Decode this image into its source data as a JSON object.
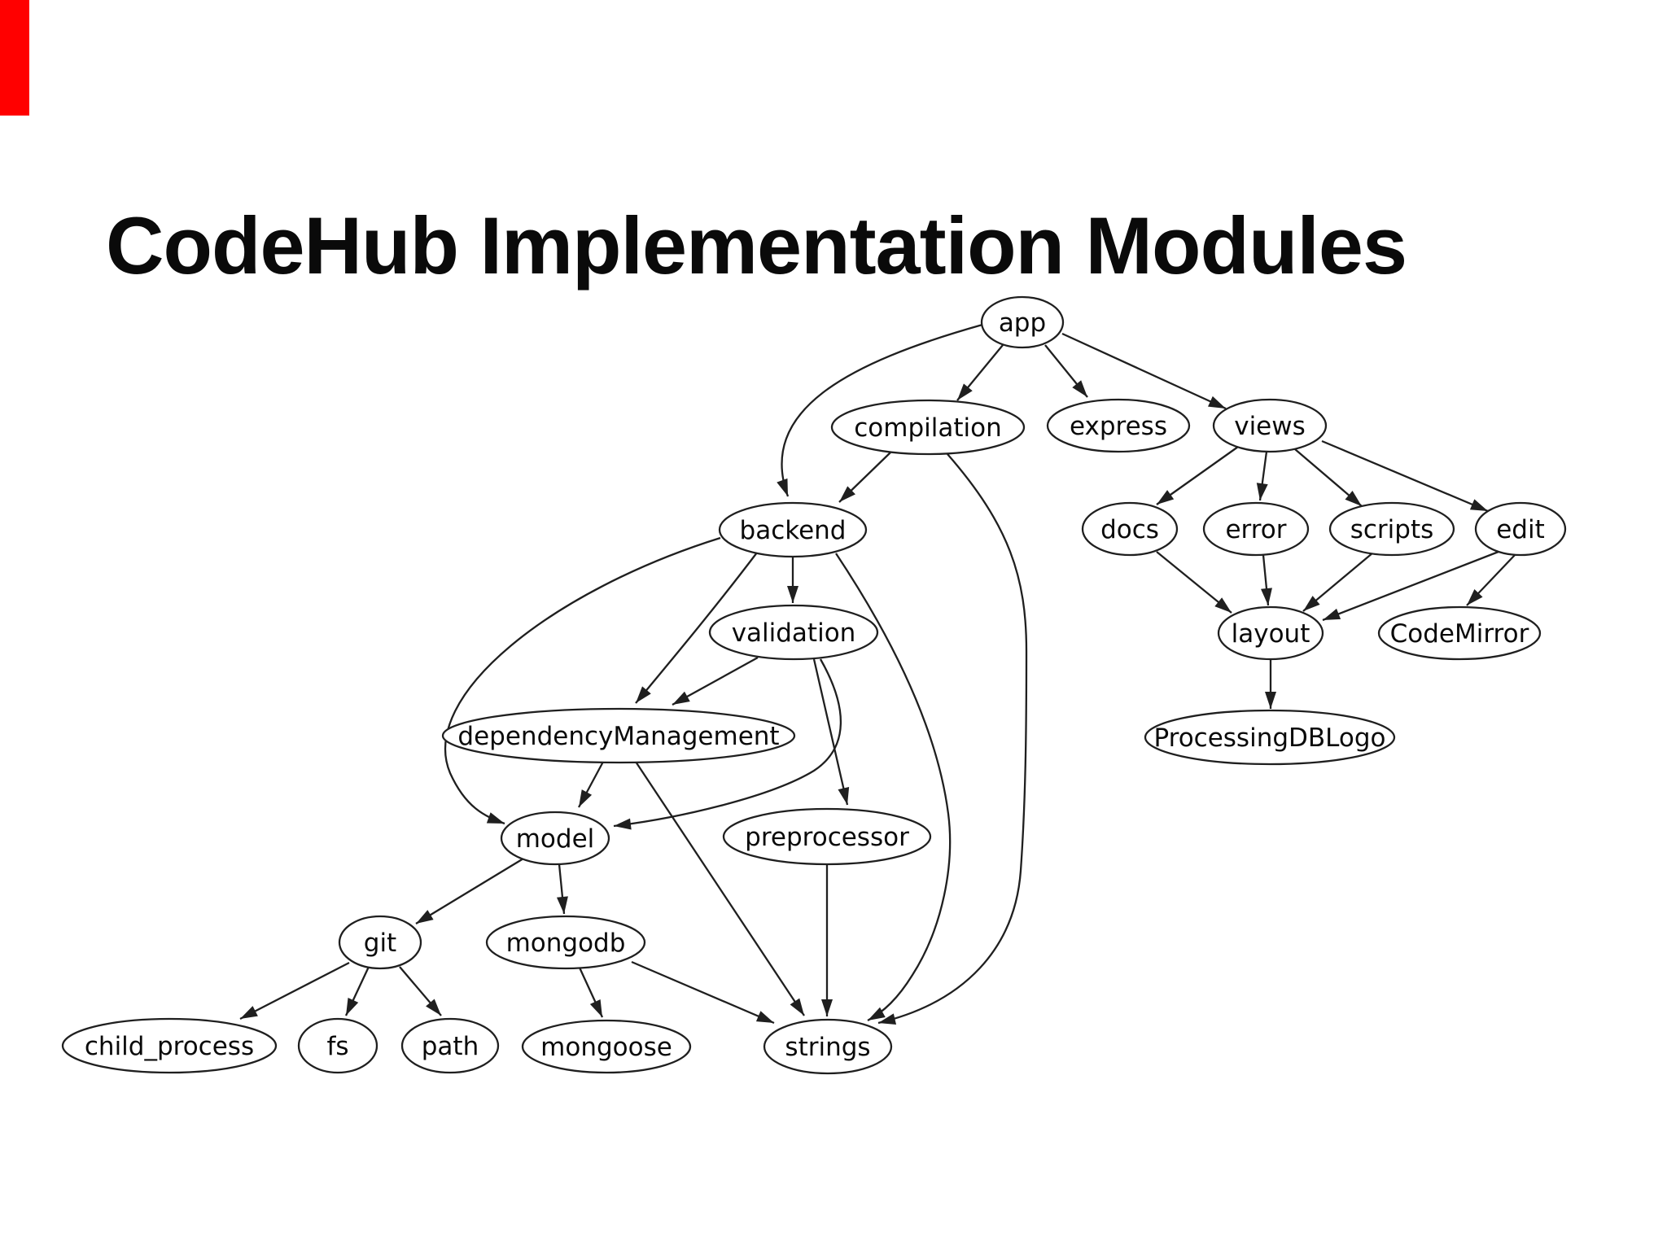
{
  "slide": {
    "title": "CodeHub Implementation Modules",
    "accent_bar_color": "#ff0000",
    "background_color": "#ffffff",
    "diagram_stroke_color": "#1f1f1f"
  },
  "diagram": {
    "nodes": {
      "app": {
        "label": "app"
      },
      "compilation": {
        "label": "compilation"
      },
      "express": {
        "label": "express"
      },
      "views": {
        "label": "views"
      },
      "backend": {
        "label": "backend"
      },
      "docs": {
        "label": "docs"
      },
      "error": {
        "label": "error"
      },
      "scripts": {
        "label": "scripts"
      },
      "edit": {
        "label": "edit"
      },
      "validation": {
        "label": "validation"
      },
      "layout": {
        "label": "layout"
      },
      "codemirror": {
        "label": "CodeMirror"
      },
      "dependency_management": {
        "label": "dependencyManagement"
      },
      "processing_db_logo": {
        "label": "ProcessingDBLogo"
      },
      "model": {
        "label": "model"
      },
      "preprocessor": {
        "label": "preprocessor"
      },
      "git": {
        "label": "git"
      },
      "mongodb": {
        "label": "mongodb"
      },
      "child_process": {
        "label": "child_process"
      },
      "fs": {
        "label": "fs"
      },
      "path": {
        "label": "path"
      },
      "mongoose": {
        "label": "mongoose"
      },
      "strings": {
        "label": "strings"
      }
    },
    "edges": [
      {
        "from": "app",
        "to": "compilation"
      },
      {
        "from": "app",
        "to": "express"
      },
      {
        "from": "app",
        "to": "views"
      },
      {
        "from": "app",
        "to": "backend"
      },
      {
        "from": "compilation",
        "to": "backend"
      },
      {
        "from": "compilation",
        "to": "strings"
      },
      {
        "from": "views",
        "to": "docs"
      },
      {
        "from": "views",
        "to": "error"
      },
      {
        "from": "views",
        "to": "scripts"
      },
      {
        "from": "views",
        "to": "edit"
      },
      {
        "from": "docs",
        "to": "layout"
      },
      {
        "from": "error",
        "to": "layout"
      },
      {
        "from": "scripts",
        "to": "layout"
      },
      {
        "from": "edit",
        "to": "layout"
      },
      {
        "from": "edit",
        "to": "codemirror"
      },
      {
        "from": "layout",
        "to": "processing_db_logo"
      },
      {
        "from": "backend",
        "to": "validation"
      },
      {
        "from": "backend",
        "to": "dependency_management"
      },
      {
        "from": "backend",
        "to": "model"
      },
      {
        "from": "backend",
        "to": "strings"
      },
      {
        "from": "validation",
        "to": "dependency_management"
      },
      {
        "from": "validation",
        "to": "model"
      },
      {
        "from": "validation",
        "to": "preprocessor"
      },
      {
        "from": "dependency_management",
        "to": "model"
      },
      {
        "from": "dependency_management",
        "to": "strings"
      },
      {
        "from": "preprocessor",
        "to": "strings"
      },
      {
        "from": "model",
        "to": "git"
      },
      {
        "from": "model",
        "to": "mongodb"
      },
      {
        "from": "git",
        "to": "child_process"
      },
      {
        "from": "git",
        "to": "fs"
      },
      {
        "from": "git",
        "to": "path"
      },
      {
        "from": "mongodb",
        "to": "mongoose"
      },
      {
        "from": "mongodb",
        "to": "strings"
      }
    ]
  }
}
